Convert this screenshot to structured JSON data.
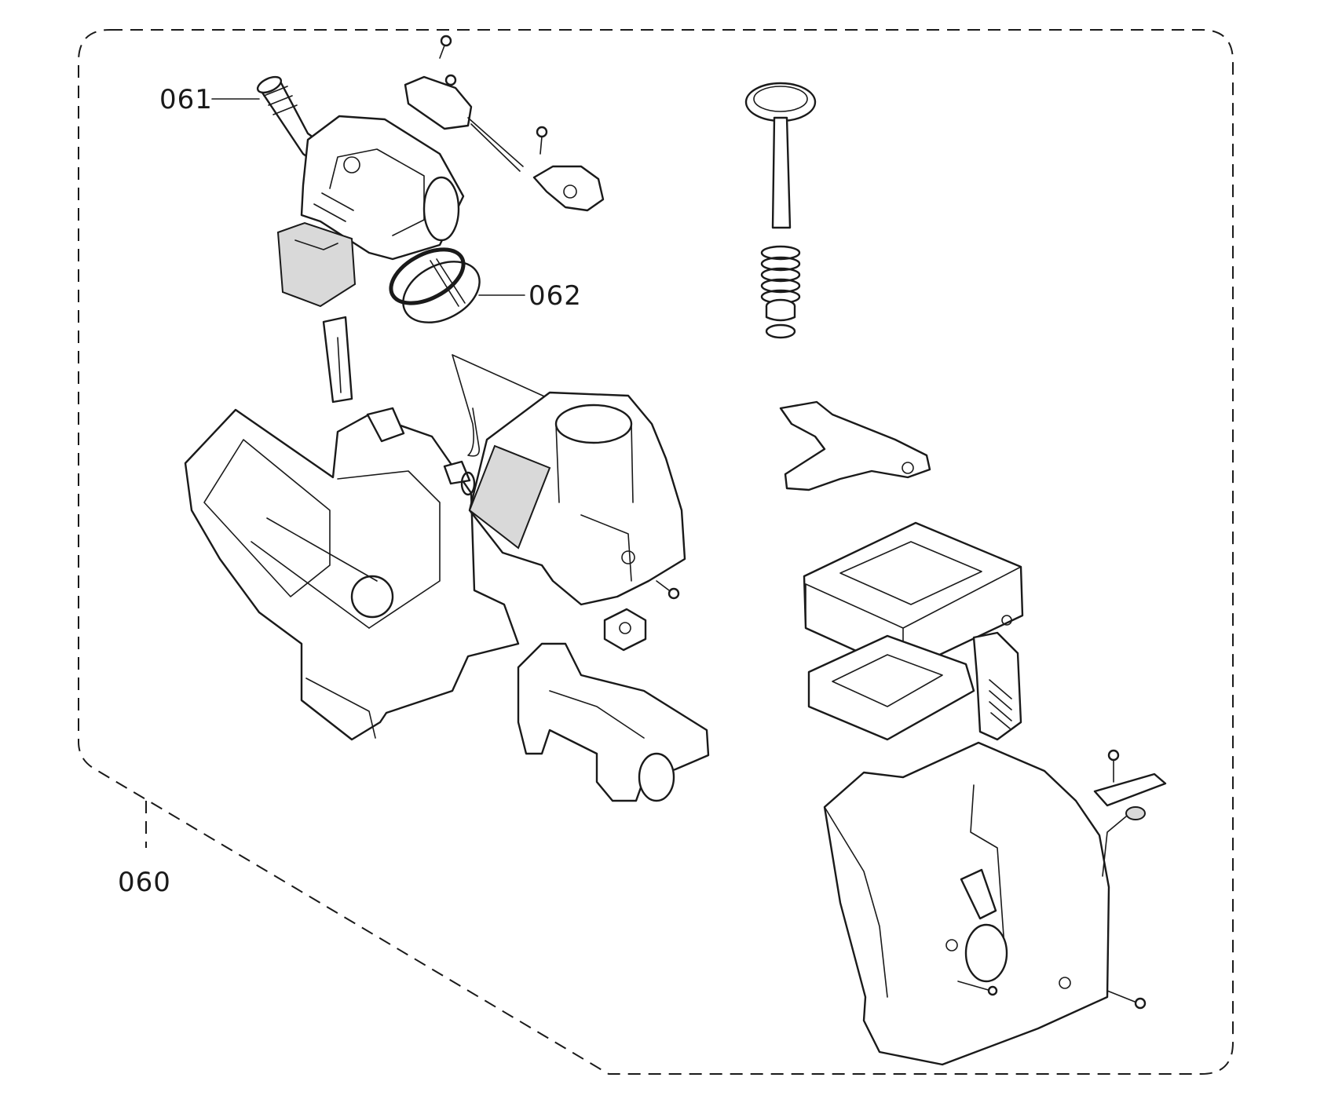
{
  "callouts": {
    "assembly": "060",
    "part_a": "061",
    "part_b": "062"
  },
  "colors": {
    "line": "#1a1a1a",
    "background": "#ffffff",
    "shade": "#d9d9d9"
  }
}
